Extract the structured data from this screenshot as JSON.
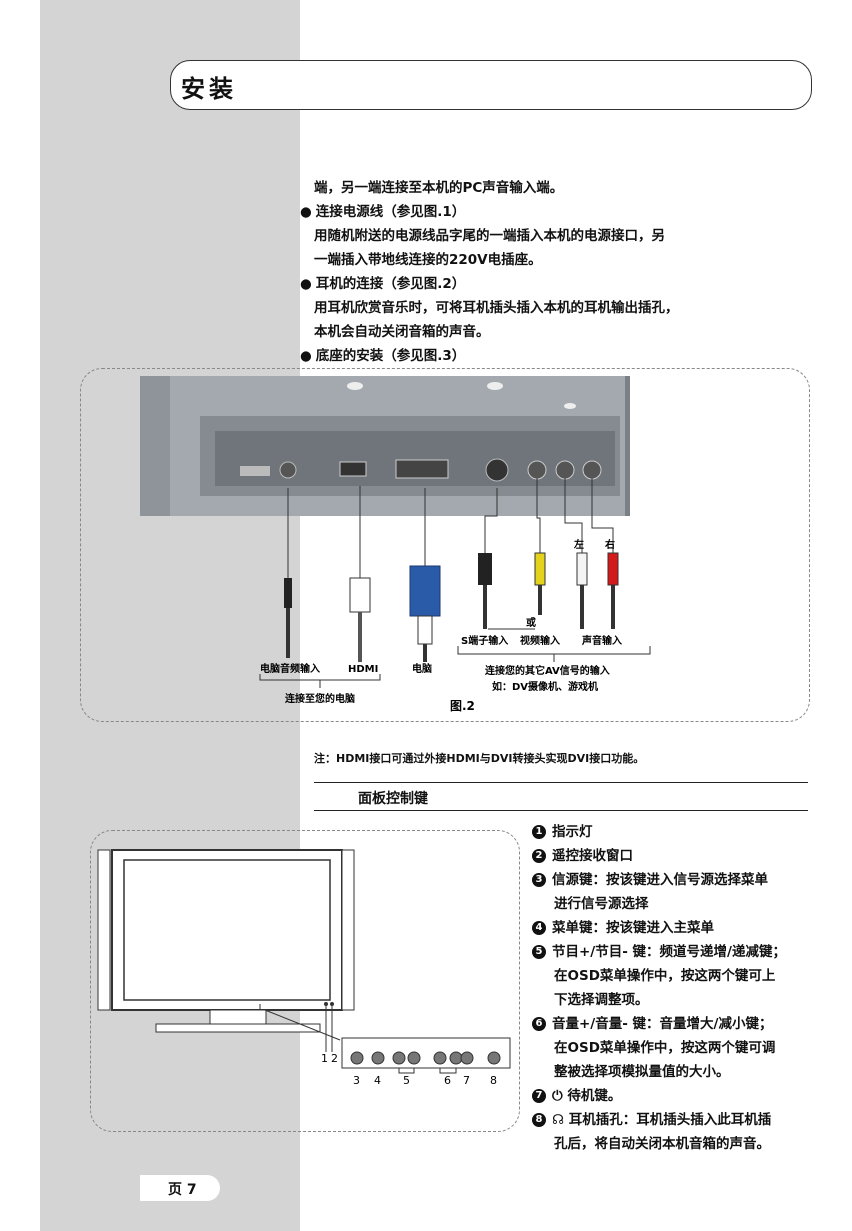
{
  "header": {
    "title": "安装"
  },
  "body_lines": [
    "端，另一端连接至本机的PC声音输入端。",
    "连接电源线（参见图.1）",
    "用随机附送的电源线品字尾的一端插入本机的电源接口，另",
    "一端插入带地线连接的220V电插座。",
    "耳机的连接（参见图.2）",
    "用耳机欣赏音乐时，可将耳机插头插入本机的耳机输出插孔，",
    "本机会自动关闭音箱的声音。",
    "底座的安装（参见图.3）"
  ],
  "figure2": {
    "labels": {
      "pc_audio": "电脑音频输入",
      "hdmi": "HDMI",
      "pc": "电脑",
      "connect_pc": "连接至您的电脑",
      "s_video": "S端子输入",
      "video": "视频输入",
      "audio": "声音输入",
      "or": "或",
      "left": "左",
      "right": "右",
      "av_line1": "连接您的其它AV信号的输入",
      "av_line2": "如：DV摄像机、游戏机",
      "caption": "图.2"
    }
  },
  "note": "注：HDMI接口可通过外接HDMI与DVI转接头实现DVI接口功能。",
  "panel": {
    "section_title": "面板控制键",
    "numbers": [
      "1",
      "2",
      "3",
      "4",
      "5",
      "6",
      "7",
      "8"
    ],
    "items": [
      {
        "n": "1",
        "lines": [
          "指示灯"
        ]
      },
      {
        "n": "2",
        "lines": [
          "遥控接收窗口"
        ]
      },
      {
        "n": "3",
        "lines": [
          "信源键：按该键进入信号源选择菜单",
          "进行信号源选择"
        ]
      },
      {
        "n": "4",
        "lines": [
          "菜单键：按该键进入主菜单"
        ]
      },
      {
        "n": "5",
        "lines": [
          "节目+/节目- 键：频道号递增/递减键；",
          "在OSD菜单操作中，按这两个键可上",
          "下选择调整项。"
        ]
      },
      {
        "n": "6",
        "lines": [
          "音量+/音量- 键：音量增大/减小键；",
          "在OSD菜单操作中，按这两个键可调",
          "整被选择项模拟量值的大小。"
        ]
      },
      {
        "n": "7",
        "lines": [
          "⏻ 待机键。"
        ]
      },
      {
        "n": "8",
        "lines": [
          "☊ 耳机插孔：耳机插头插入此耳机插",
          "孔后，将自动关闭本机音箱的声音。"
        ]
      }
    ]
  },
  "footer": {
    "page": "页 7"
  }
}
